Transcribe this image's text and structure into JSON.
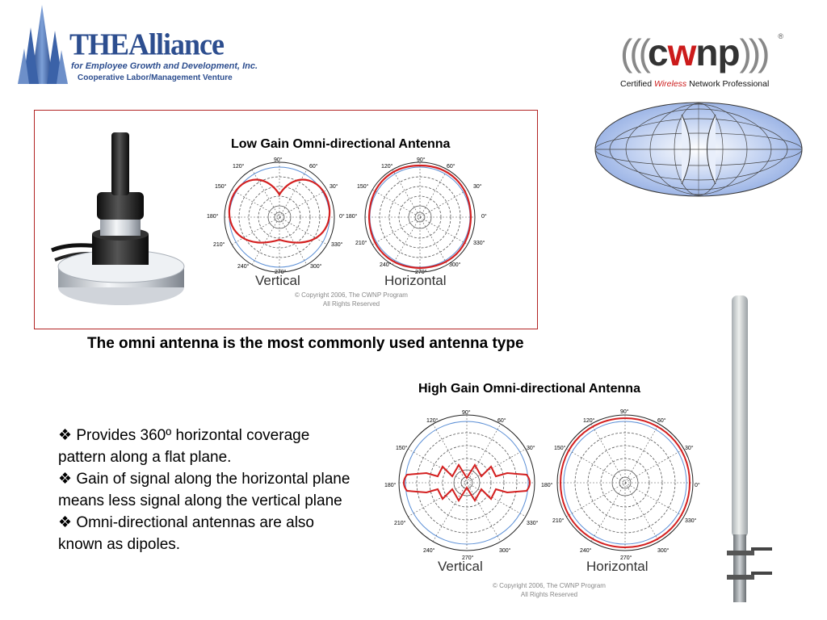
{
  "alliance_logo": {
    "name": "THEAlliance",
    "line1": "for Employee Growth and Development, Inc.",
    "line2": "Cooperative Labor/Management Venture"
  },
  "cwnp_logo": {
    "mark_prefix": "c",
    "mark_w": "w",
    "mark_suffix": "np",
    "tagline_pre": "Certified ",
    "tagline_w": "Wireless",
    "tagline_post": " Network Professional",
    "registered": "®"
  },
  "low_gain": {
    "title": "Low Gain Omni-directional Antenna",
    "vertical_label": "Vertical",
    "horizontal_label": "Horizontal",
    "copyright_line1": "© Copyright 2006, The CWNP Program",
    "copyright_line2": "All Rights Reserved"
  },
  "main_caption": "The omni antenna is the most commonly used antenna type",
  "high_gain": {
    "title": "High Gain Omni-directional Antenna",
    "vertical_label": "Vertical",
    "horizontal_label": "Horizontal",
    "copyright_line1": "© Copyright 2006, The CWNP Program",
    "copyright_line2": "All Rights Reserved"
  },
  "polar_ticks": {
    "deg90": "90°",
    "deg60": "60°",
    "deg30": "30°",
    "deg0": "0°",
    "deg330": "330°",
    "deg300": "300°",
    "deg270": "270°",
    "deg240": "240°",
    "deg210": "210°",
    "deg180": "180°",
    "deg150": "150°",
    "deg120": "120°"
  },
  "bullets": [
    {
      "marker": "❖",
      "text": "Provides 360º horizontal coverage pattern along a flat plane."
    },
    {
      "marker": "❖",
      "text": "Gain of signal along the horizontal plane means less signal along the vertical plane"
    },
    {
      "marker": "❖",
      "text": "Omni-directional antennas are also known as dipoles."
    }
  ],
  "colors": {
    "frame_red": "#b22424",
    "pattern_red": "#d42020",
    "grid_blue": "#5b8fd6",
    "logo_blue": "#2d4e8f"
  }
}
